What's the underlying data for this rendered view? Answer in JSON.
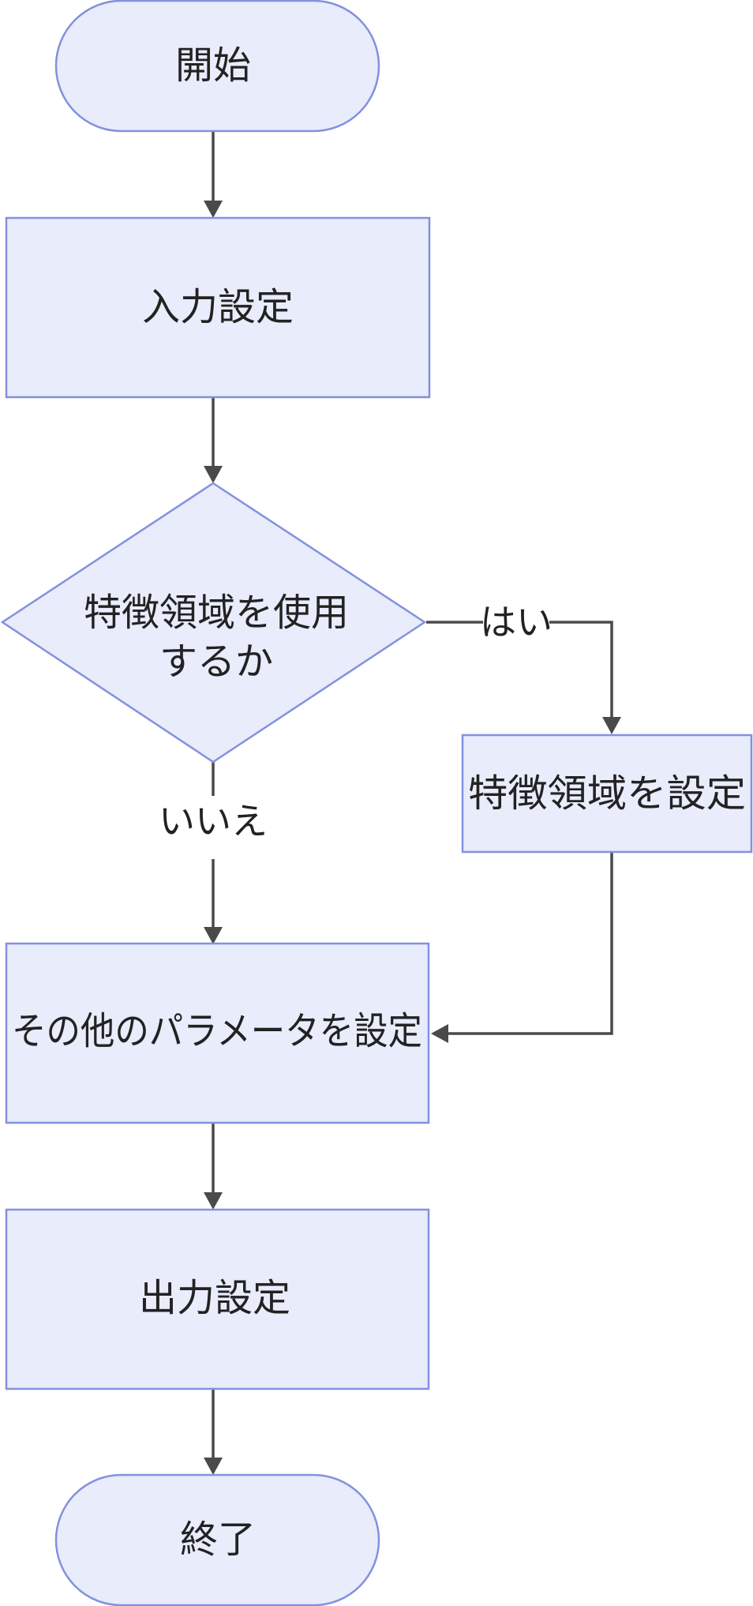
{
  "flowchart": {
    "nodes": {
      "start": "開始",
      "input_settings": "入力設定",
      "decision_line1": "特徴領域を使用",
      "decision_line2": "するか",
      "set_feature_region": "特徴領域を設定",
      "set_other_params": "その他のパラメータを設定",
      "output_settings": "出力設定",
      "end": "終了"
    },
    "edge_labels": {
      "yes": "はい",
      "no": "いいえ"
    }
  },
  "colors": {
    "node_fill": "#e8ecfb",
    "node_stroke": "#8391de",
    "edge": "#4a4a4a",
    "text": "#222222"
  }
}
